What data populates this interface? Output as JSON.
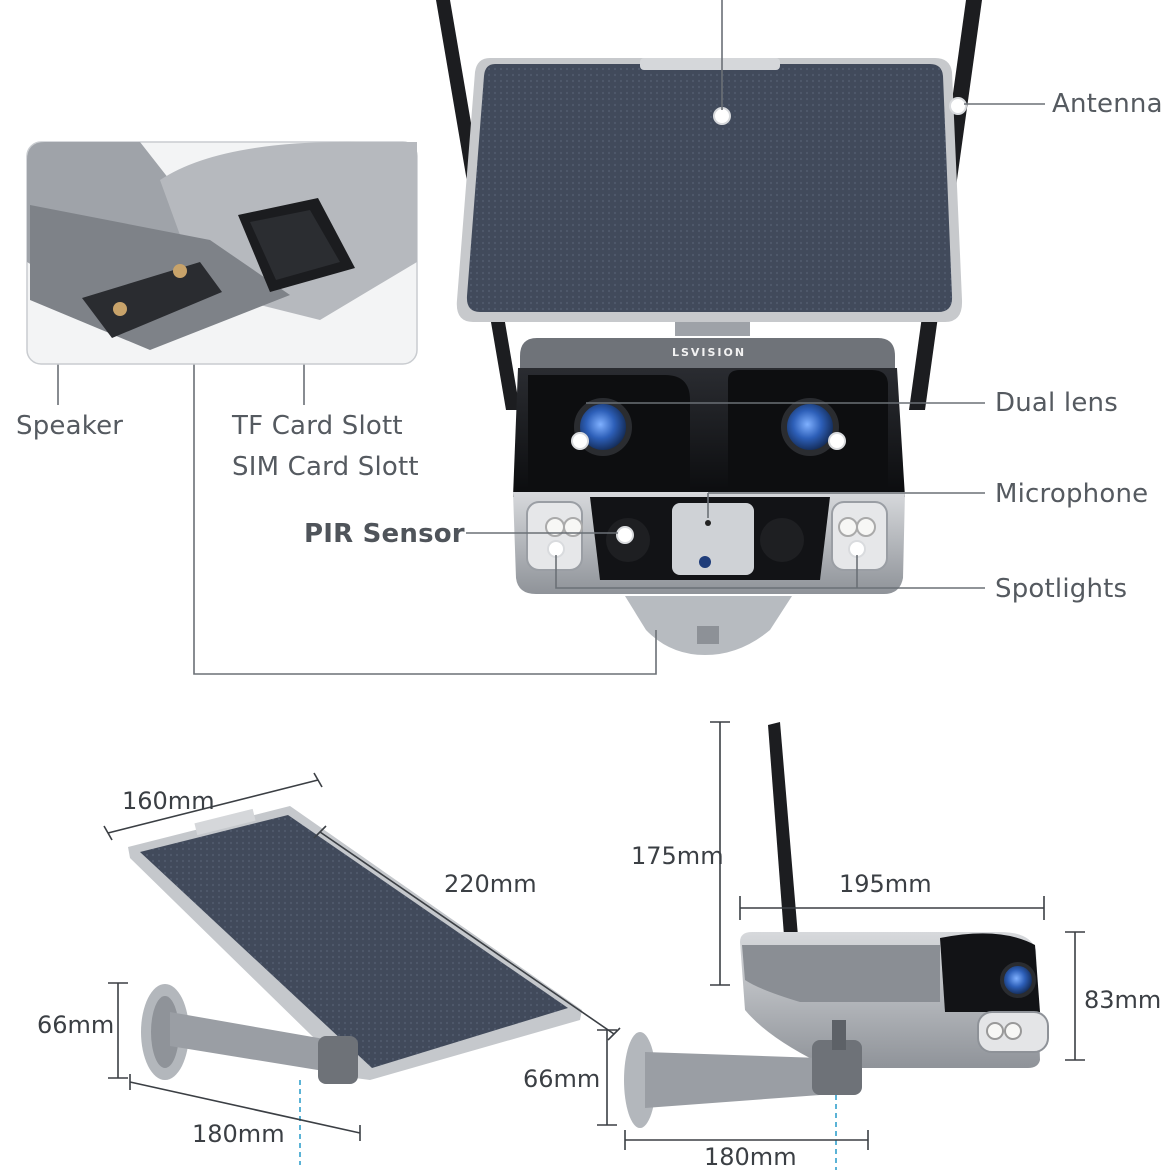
{
  "brand": {
    "logo_text": "LSVISION"
  },
  "callouts": {
    "antenna": "Antenna",
    "dual_lens": "Dual lens",
    "microphone": "Microphone",
    "spotlights": "Spotlights",
    "pir_sensor": "PIR Sensor",
    "speaker": "Speaker",
    "tf_card_slot": "TF Card Slott",
    "sim_card_slot": "SIM Card Slott"
  },
  "dimensions": {
    "panel_width": "160mm",
    "panel_length": "220mm",
    "bracket_height_left": "66mm",
    "bracket_length_left": "180mm",
    "antenna_height": "175mm",
    "camera_width": "195mm",
    "camera_height": "83mm",
    "bracket_height_right": "66mm",
    "bracket_length_right": "180mm"
  },
  "colors": {
    "solar_panel": "#3e4656",
    "camera_black": "#141518",
    "camera_silver": "#a9adb3",
    "lens_blue": "#2d5fb8",
    "measure_line": "#3b3f44",
    "callout_line": "#6b7076",
    "mount_dash": "#5bb3d6"
  }
}
